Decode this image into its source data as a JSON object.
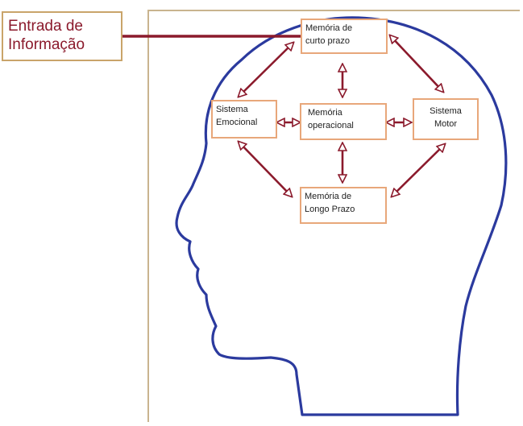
{
  "input": {
    "line1": "Entrada de",
    "line2": "Informação"
  },
  "boxes": {
    "short_term": {
      "line1": "Memória de",
      "line2": "curto prazo"
    },
    "emotional": {
      "line1": "Sistema",
      "line2": "Emocional"
    },
    "working": {
      "line1": "Memória",
      "line2": "operacional"
    },
    "motor": {
      "line1": "Sistema",
      "line2": "Motor"
    },
    "long_term": {
      "line1": "Memória de",
      "line2": "Longo Prazo"
    }
  },
  "colors": {
    "head_outline": "#2b3a9e",
    "arrows": "#8b1a2c",
    "box_border": "#e8a77a",
    "frame_border": "#c9b48f",
    "input_text": "#8b1a2c"
  }
}
